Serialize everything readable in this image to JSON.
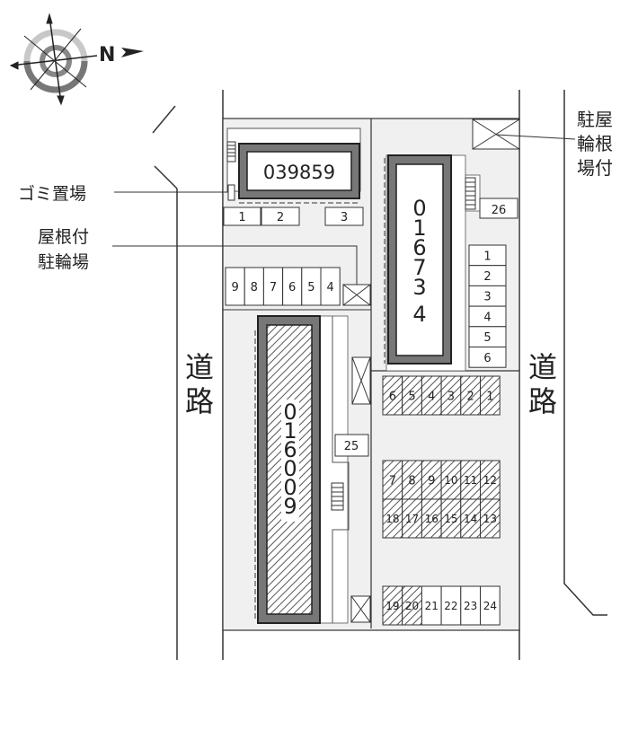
{
  "compass": {
    "north_label": "N",
    "icon": "compass-rose-icon"
  },
  "labels": {
    "garbage": "ゴミ置場",
    "bike_left_line1": "屋根付",
    "bike_left_line2": "駐輪場",
    "road_left": [
      "道",
      "路"
    ],
    "road_right": [
      "道",
      "路"
    ],
    "bike_right_rows": [
      "駐屋",
      "輪根",
      "場付"
    ]
  },
  "buildings": {
    "top": "039859",
    "right": [
      "0",
      "1",
      "6",
      "7",
      "3",
      "4"
    ],
    "left": [
      "0",
      "1",
      "6",
      "0",
      "0",
      "9"
    ]
  },
  "parking": {
    "top_row": [
      "1",
      "2",
      "3"
    ],
    "bike_row": [
      "9",
      "8",
      "7",
      "6",
      "5",
      "4"
    ],
    "right_column": [
      "1",
      "2",
      "3",
      "4",
      "5",
      "6"
    ],
    "spot_26": "26",
    "spot_25": "25",
    "row_a": [
      "6",
      "5",
      "4",
      "3",
      "2",
      "1"
    ],
    "row_b": [
      "7",
      "8",
      "9",
      "10",
      "11",
      "12"
    ],
    "row_c": [
      "18",
      "17",
      "16",
      "15",
      "14",
      "13"
    ],
    "row_d": [
      "19",
      "20",
      "21",
      "22",
      "23",
      "24"
    ],
    "row_d_hatched_count": 2
  },
  "colors": {
    "site": "#f0f0f0",
    "wall": "#7a7a7a",
    "line": "#333333"
  }
}
